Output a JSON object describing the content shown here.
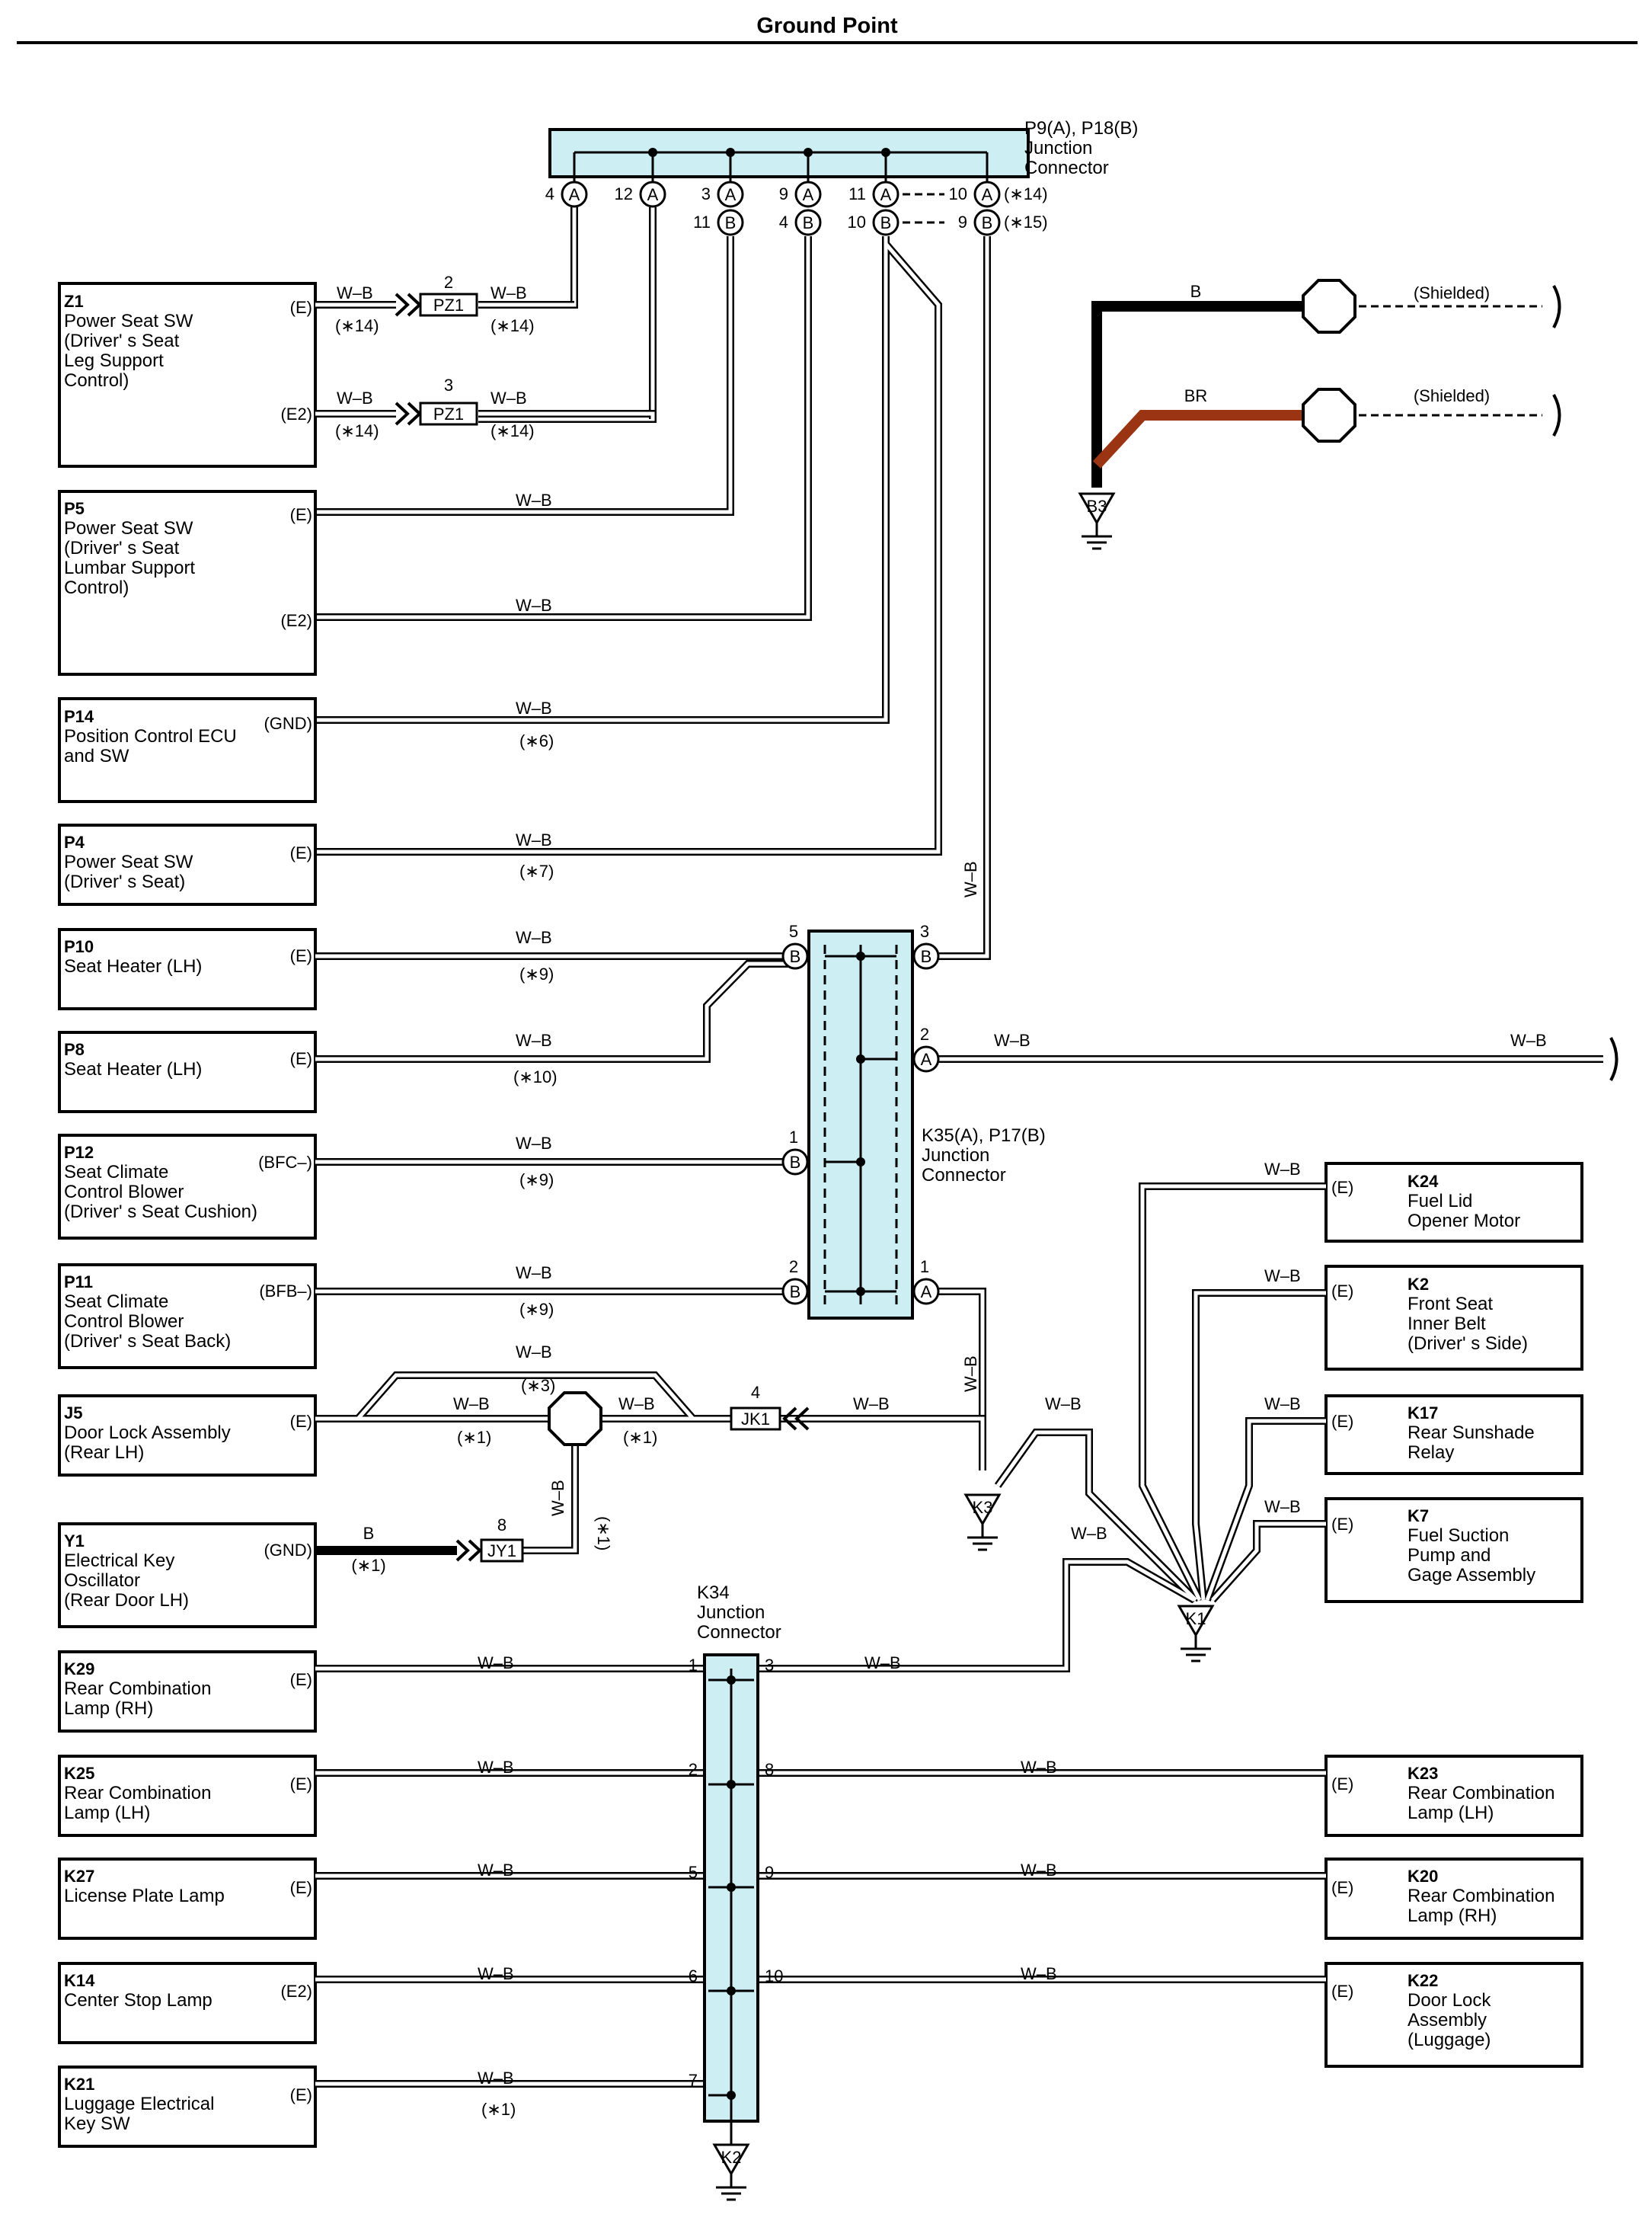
{
  "title": "Ground Point",
  "wire_color": "W–B",
  "shielded_label": "(Shielded)",
  "top_connector": {
    "id": "P9(A), P18(B)",
    "l1": "Junction",
    "l2": "Connector",
    "note_a": "(∗14)",
    "note_b": "(∗15)"
  },
  "mid_connector": {
    "id": "K35(A), P17(B)",
    "l1": "Junction",
    "l2": "Connector"
  },
  "bot_connector": {
    "id": "K34",
    "l1": "Junction",
    "l2": "Connector"
  },
  "grounds": {
    "B3": "B3",
    "K3": "K3",
    "K1": "K1",
    "K2": "K2"
  },
  "pins": {
    "A": "A",
    "B": "B"
  },
  "splices": {
    "PZ1": "PZ1",
    "JK1": "JK1",
    "JY1": "JY1"
  },
  "shield_wires": {
    "b": "B",
    "br": "BR"
  },
  "colors": {
    "box_fill": "#cdeff3",
    "brown_wire": "#9a3412",
    "black": "#000000"
  },
  "components": {
    "Z1": {
      "code": "Z1",
      "l1": "Power Seat SW",
      "l2": "(Driver' s Seat",
      "l3": " Leg Support",
      "l4": " Control)",
      "pin1": "(E)",
      "pin2": "(E2)"
    },
    "P5": {
      "code": "P5",
      "l1": "Power Seat SW",
      "l2": "(Driver' s Seat",
      "l3": " Lumbar Support",
      "l4": " Control)",
      "pin1": "(E)",
      "pin2": "(E2)"
    },
    "P14": {
      "code": "P14",
      "l1": "Position Control ECU",
      "l2": "and SW",
      "pin": "(GND)",
      "note": "(∗6)"
    },
    "P4": {
      "code": "P4",
      "l1": "Power Seat SW",
      "l2": "(Driver' s Seat)",
      "pin": "(E)",
      "note": "(∗7)"
    },
    "P10": {
      "code": "P10",
      "l1": "Seat Heater (LH)",
      "pin": "(E)",
      "note": "(∗9)"
    },
    "P8": {
      "code": "P8",
      "l1": "Seat Heater (LH)",
      "pin": "(E)",
      "note": "(∗10)"
    },
    "P12": {
      "code": "P12",
      "l1": "Seat Climate",
      "l2": "Control Blower",
      "l3": "(Driver' s Seat Cushion)",
      "pin": "(BFC–)",
      "note": "(∗9)"
    },
    "P11": {
      "code": "P11",
      "l1": "Seat Climate",
      "l2": "Control Blower",
      "l3": "(Driver' s Seat Back)",
      "pin": "(BFB–)",
      "note": "(∗9)"
    },
    "J5": {
      "code": "J5",
      "l1": "Door Lock Assembly",
      "l2": "(Rear LH)",
      "pin": "(E)",
      "note1": "(∗1)",
      "note3": "(∗3)"
    },
    "Y1": {
      "code": "Y1",
      "l1": "Electrical Key",
      "l2": "Oscillator",
      "l3": "(Rear Door LH)",
      "pin": "(GND)",
      "wire": "B",
      "note": "(∗1)"
    },
    "K29": {
      "code": "K29",
      "l1": "Rear Combination",
      "l2": "Lamp (RH)",
      "pin": "(E)"
    },
    "K25": {
      "code": "K25",
      "l1": "Rear Combination",
      "l2": "Lamp (LH)",
      "pin": "(E)"
    },
    "K27": {
      "code": "K27",
      "l1": "License Plate Lamp",
      "pin": "(E)"
    },
    "K14": {
      "code": "K14",
      "l1": "Center Stop Lamp",
      "pin": "(E2)"
    },
    "K21": {
      "code": "K21",
      "l1": "Luggage Electrical",
      "l2": "Key SW",
      "pin": "(E)",
      "note": "(∗1)"
    },
    "K24": {
      "code": "K24",
      "l1": "Fuel Lid",
      "l2": "Opener Motor",
      "pin": "(E)"
    },
    "K2r": {
      "code": "K2",
      "l1": "Front Seat",
      "l2": "Inner Belt",
      "l3": "(Driver' s Side)",
      "pin": "(E)"
    },
    "K17": {
      "code": "K17",
      "l1": "Rear Sunshade",
      "l2": "Relay",
      "pin": "(E)"
    },
    "K7": {
      "code": "K7",
      "l1": "Fuel Suction",
      "l2": "Pump and",
      "l3": "Gage Assembly",
      "pin": "(E)"
    },
    "K23": {
      "code": "K23",
      "l1": "Rear Combination",
      "l2": "Lamp (LH)",
      "pin": "(E)"
    },
    "K20": {
      "code": "K20",
      "l1": "Rear Combination",
      "l2": "Lamp (RH)",
      "pin": "(E)"
    },
    "K22": {
      "code": "K22",
      "l1": "Door Lock",
      "l2": "Assembly",
      "l3": "(Luggage)",
      "pin": "(E)"
    }
  },
  "pin_numbers": {
    "top_a": [
      "4",
      "12",
      "3",
      "9",
      "11",
      "10"
    ],
    "top_b": [
      "11",
      "4",
      "10",
      "9"
    ],
    "pz1_a": "2",
    "pz1_b": "3",
    "mid": {
      "p5": "5",
      "p3": "3",
      "p2": "2",
      "p1b": "1",
      "p2b": "2",
      "p1a": "1"
    },
    "jk1": "4",
    "jy1": "8",
    "bot": {
      "l1": "1",
      "r3": "3",
      "l2": "2",
      "r8": "8",
      "l5": "5",
      "r9": "9",
      "l6": "6",
      "r10": "10",
      "l7": "7"
    }
  },
  "wire_notes": {
    "n14": "(∗14)"
  }
}
